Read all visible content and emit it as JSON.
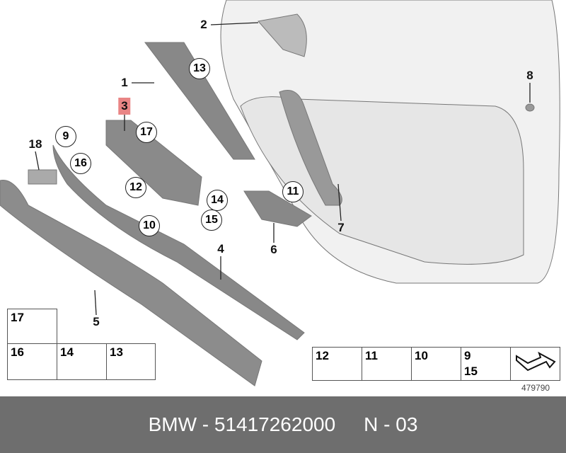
{
  "callouts": {
    "c1": "1",
    "c2": "2",
    "c3": "3",
    "c4": "4",
    "c5": "5",
    "c6": "6",
    "c7": "7",
    "c8": "8",
    "c9": "9",
    "c10": "10",
    "c11": "11",
    "c12": "12",
    "c13": "13",
    "c14": "14",
    "c15": "15",
    "c16": "16",
    "c17": "17",
    "c18": "18"
  },
  "legend_left": [
    {
      "num": "17"
    },
    {
      "num": "16"
    },
    {
      "num": "14"
    },
    {
      "num": "13"
    }
  ],
  "legend_right": [
    {
      "num": "12"
    },
    {
      "num": "11"
    },
    {
      "num": "10"
    },
    {
      "num": "9",
      "num2": "15"
    }
  ],
  "diagram_ref": "479790",
  "banner": {
    "part": "BMW - 51417262000",
    "page": "N - 03"
  },
  "colors": {
    "highlight": "#e98585",
    "banner": "#6e6e6e"
  }
}
